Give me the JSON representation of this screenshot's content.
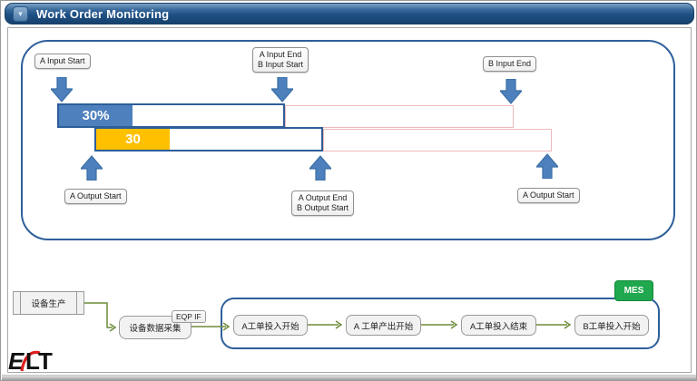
{
  "header": {
    "title": "Work Order Monitoring",
    "collapse_glyph": "▼"
  },
  "colors": {
    "header_blue_dark": "#16416d",
    "header_blue_light": "#7ba2c7",
    "panel_border_blue": "#2e5f9b",
    "bar_blue_fill": "#4d80bd",
    "bar_orange_fill": "#ffc000",
    "pink_outline": "#efb9bd",
    "arrow_blue": "#4d80bd",
    "connector_green": "#6d8b3a",
    "mes_green": "#1fa84d",
    "logo_red": "#dd1f1f"
  },
  "monitor": {
    "top_labels": [
      {
        "line1": "A  Input Start"
      },
      {
        "line1": "A Input End",
        "line2": "B Input Start"
      },
      {
        "line1": "B Input End"
      }
    ],
    "bar_a": {
      "progress_label": "30%",
      "progress_percent": 30
    },
    "bar_b": {
      "progress_label": "30",
      "progress_value": 30
    },
    "bottom_labels": [
      {
        "line1": "A Output Start"
      },
      {
        "line1": "A Output End",
        "line2": "B Output Start"
      },
      {
        "line1": "A Output Start"
      }
    ]
  },
  "flow": {
    "equipment_box": "设备生产",
    "collector_box": "设备数据采集",
    "eqp_if_label": "EQP IF",
    "mes_badge": "MES",
    "steps": [
      {
        "label": "A工单投入开始"
      },
      {
        "label": "A 工单产出开始"
      },
      {
        "label": "A工单投入结束"
      },
      {
        "label": "B工单投入开始"
      }
    ]
  },
  "logo": {
    "part_e": "E",
    "part_lt": "LT"
  }
}
